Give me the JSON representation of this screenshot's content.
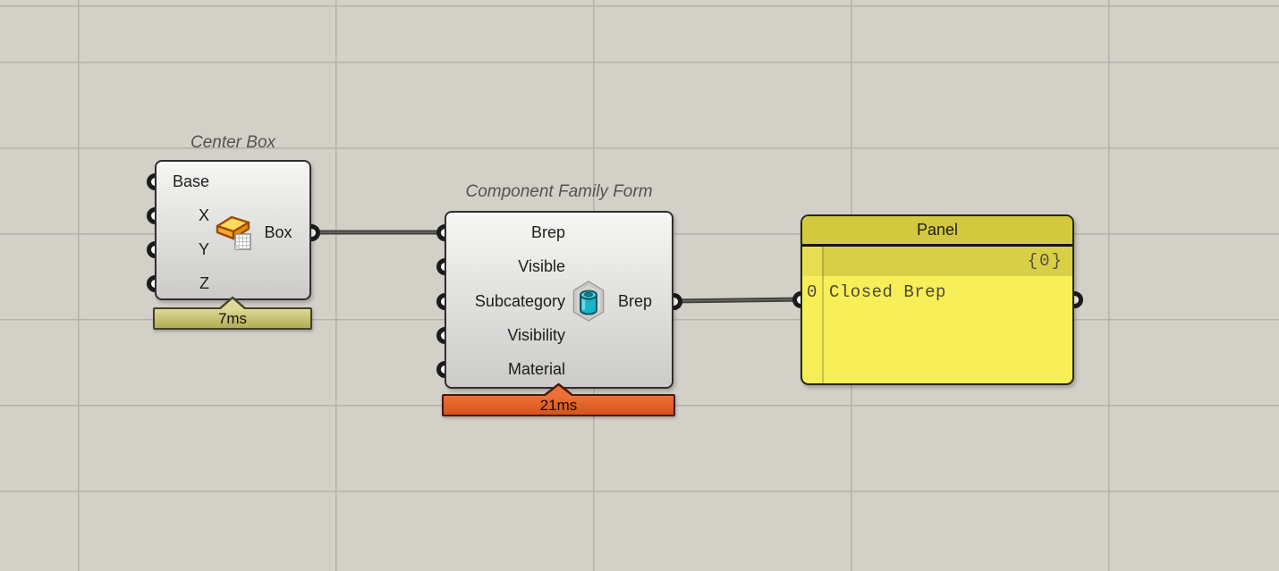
{
  "canvas": {
    "background_color": "#d3d0c8",
    "grid_line_color": "#b4b1a9",
    "wire_color": "#3f3f3d"
  },
  "components": [
    {
      "title": "Center Box",
      "inputs": [
        "Base",
        "X",
        "Y",
        "Z"
      ],
      "outputs": [
        "Box"
      ],
      "icon": "center-box-icon",
      "runtime": "7ms",
      "runtime_badge_color": "#c9c476"
    },
    {
      "title": "Component Family Form",
      "inputs": [
        "Brep",
        "Visible",
        "Subcategory",
        "Visibility",
        "Material"
      ],
      "outputs": [
        "Brep"
      ],
      "icon": "family-form-cylinder-icon",
      "runtime": "21ms",
      "runtime_badge_color": "#e2622b"
    }
  ],
  "panel": {
    "title": "Panel",
    "data_path": "{0}",
    "rows": [
      {
        "index": "0",
        "value": "Closed Brep"
      }
    ],
    "body_color": "#f8ef58",
    "header_color": "#d2c93e"
  }
}
